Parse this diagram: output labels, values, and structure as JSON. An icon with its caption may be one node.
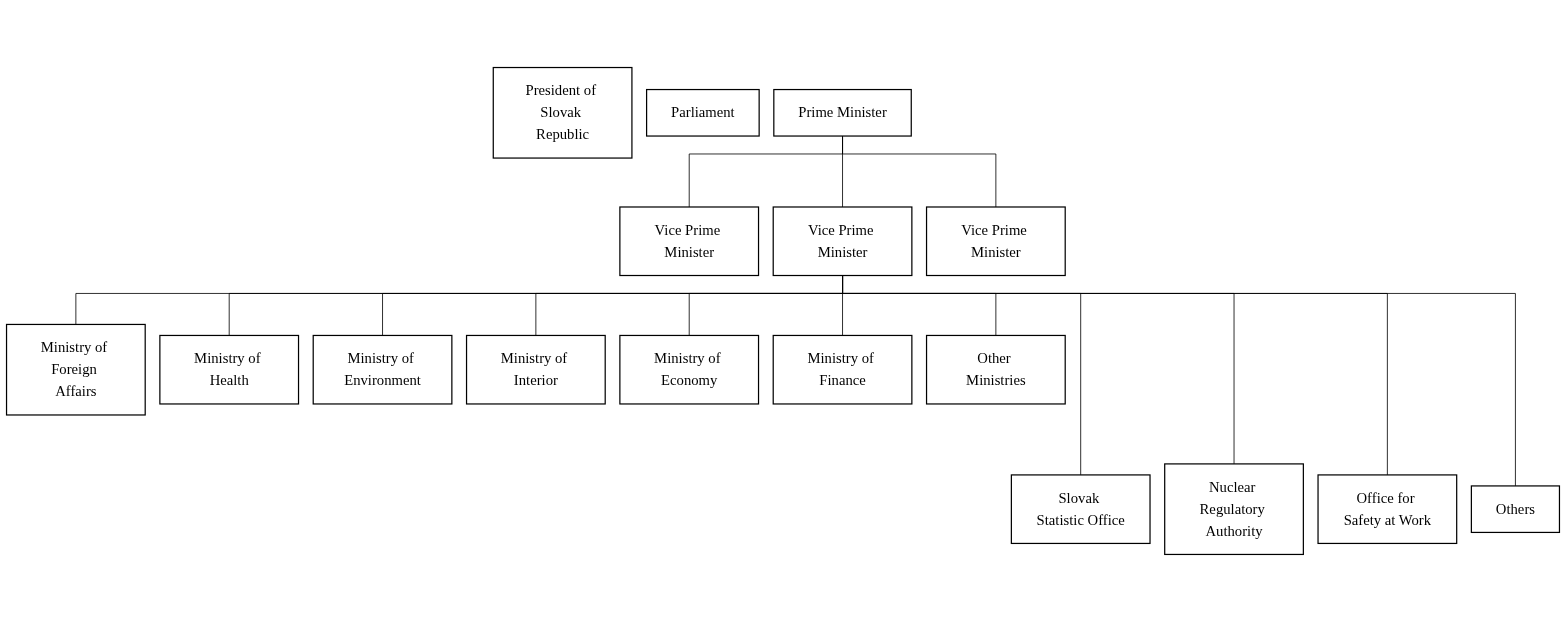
{
  "diagram": {
    "nodes": [
      {
        "text": [
          "President of Slovak Republic"
        ]
      },
      {
        "text": [
          "Parliament"
        ]
      },
      {
        "text": [
          "Prime Minister"
        ]
      },
      {
        "text": [
          "Vice Prime Minister"
        ]
      },
      {
        "text": [
          "Vice Prime Minister"
        ]
      },
      {
        "text": [
          "Vice Prime Minister"
        ]
      },
      {
        "text": [
          "Ministry of Foreign Affairs"
        ]
      },
      {
        "text": [
          "Ministry of Health"
        ]
      },
      {
        "text": [
          "Ministry of Environment"
        ]
      },
      {
        "text": [
          "Ministry of Interior"
        ]
      },
      {
        "text": [
          "Ministry of Economy"
        ]
      },
      {
        "text": [
          "Ministry of Finance"
        ]
      },
      {
        "text": [
          "Other Ministries"
        ]
      },
      {
        "text": [
          "Slovak Statistic Office"
        ]
      },
      {
        "text": [
          "Nuclear Regulatory Authority"
        ]
      },
      {
        "text": [
          "Office for Safety at Work"
        ]
      },
      {
        "text": [
          "Others"
        ]
      }
    ],
    "edges": [
      {
        "from": 2,
        "to": 3,
        "arrow": "none"
      },
      {
        "from": 2,
        "to": 4,
        "arrow": "none"
      },
      {
        "from": 2,
        "to": 5,
        "arrow": "none"
      },
      {
        "from": 4,
        "to": 6,
        "arrow": "none"
      },
      {
        "from": 4,
        "to": 7,
        "arrow": "none"
      },
      {
        "from": 4,
        "to": 13,
        "arrow": "none"
      },
      {
        "from": 4,
        "to": 8,
        "arrow": "none"
      },
      {
        "from": 4,
        "to": 14,
        "arrow": "none"
      },
      {
        "from": 4,
        "to": 9,
        "arrow": "none"
      },
      {
        "from": 4,
        "to": 15,
        "arrow": "none"
      },
      {
        "from": 4,
        "to": 10,
        "arrow": "none"
      },
      {
        "from": 4,
        "to": 16,
        "arrow": "none"
      },
      {
        "from": 4,
        "to": 11,
        "arrow": "none"
      },
      {
        "from": 4,
        "to": 12,
        "arrow": "none"
      }
    ]
  }
}
